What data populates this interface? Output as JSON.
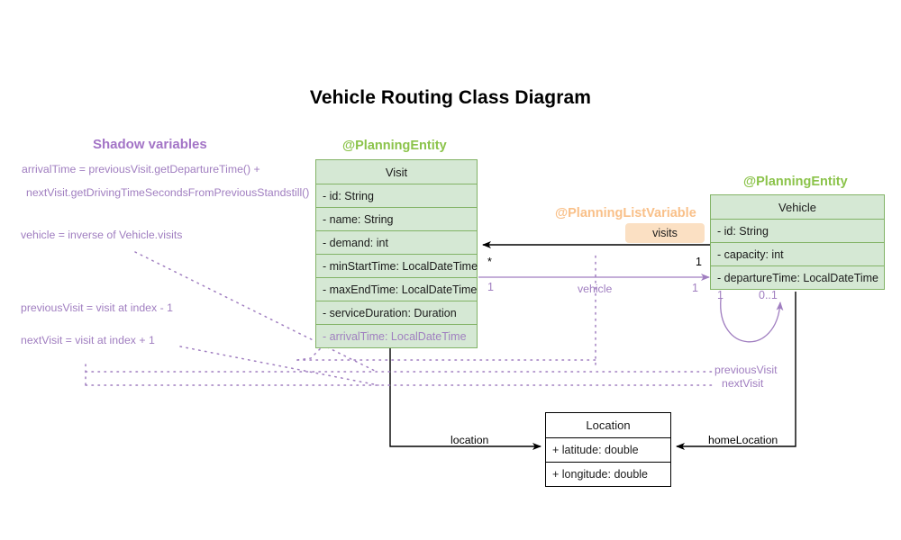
{
  "diagram": {
    "title": "Vehicle Routing Class Diagram",
    "type": "uml-class-diagram"
  },
  "colors": {
    "entity_fill": "#d5e8d4",
    "entity_border": "#82b366",
    "stereotype_green": "#8bc34a",
    "stereotype_orange": "#f9c089",
    "shadow_purple": "#a07ec0",
    "badge_fill": "#fbe0c3",
    "plain_border": "#000000"
  },
  "shadow_panel": {
    "title": "Shadow variables",
    "notes": [
      "arrivalTime = previousVisit.getDepartureTime() +",
      "nextVisit.getDrivingTimeSecondsFromPreviousStandstill()",
      "vehicle = inverse of Vehicle.visits",
      "previousVisit = visit at index - 1",
      "nextVisit = visit at index + 1"
    ]
  },
  "classes": {
    "visit": {
      "stereotype": "@PlanningEntity",
      "name": "Visit",
      "attributes": [
        "- id: String",
        "- name: String",
        "- demand: int",
        "- minStartTime: LocalDateTime",
        "- maxEndTime: LocalDateTime",
        "- serviceDuration: Duration"
      ],
      "shadow_attributes": [
        "- arrivalTime: LocalDateTime"
      ]
    },
    "vehicle": {
      "stereotype": "@PlanningEntity",
      "name": "Vehicle",
      "attributes": [
        "- id: String",
        "- capacity: int",
        "- departureTime: LocalDateTime"
      ]
    },
    "location": {
      "name": "Location",
      "attributes": [
        "+ latitude: double",
        "+ longitude: double"
      ]
    }
  },
  "relations": {
    "visits": {
      "stereotype": "@PlanningListVariable",
      "badge": "visits",
      "source_mult": "1",
      "target_mult": "*"
    },
    "vehicle_ref": {
      "label": "vehicle",
      "source_mult": "1",
      "target_mult": "1"
    },
    "visit_chain": {
      "source_mult": "1",
      "target_mult": "0..1",
      "labels": [
        "previousVisit",
        "nextVisit"
      ]
    },
    "location_link": {
      "label": "location"
    },
    "home_location_link": {
      "label": "homeLocation"
    }
  }
}
